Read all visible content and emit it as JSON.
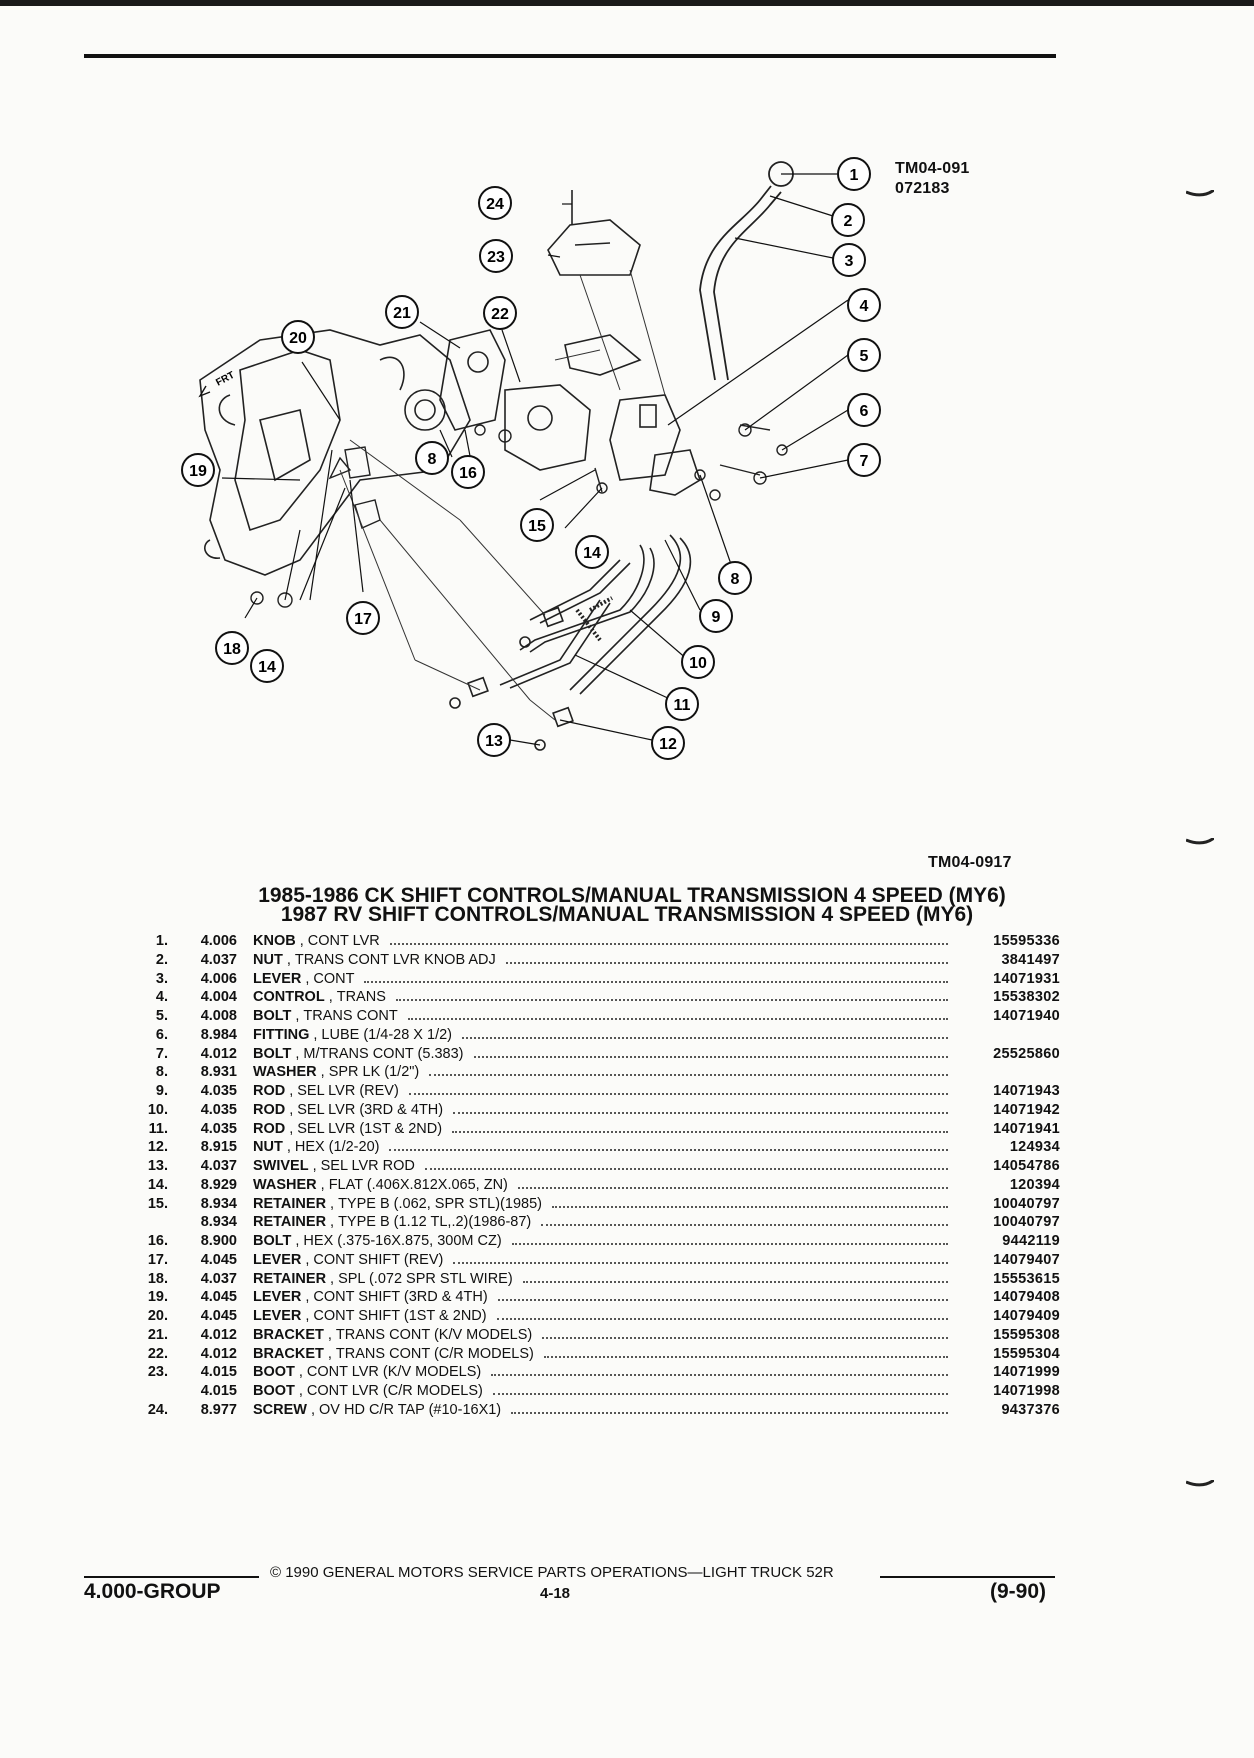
{
  "figure": {
    "code_top_1": "TM04-091",
    "code_top_2": "072183",
    "code_bottom": "TM04-0917",
    "frt_label": "FRT",
    "callouts": [
      "1",
      "2",
      "3",
      "4",
      "5",
      "6",
      "7",
      "8",
      "9",
      "10",
      "11",
      "12",
      "13",
      "14",
      "15",
      "16",
      "17",
      "18",
      "19",
      "20",
      "21",
      "22",
      "23",
      "24"
    ]
  },
  "title": {
    "line1": "1985-1986 CK SHIFT CONTROLS/MANUAL TRANSMISSION 4 SPEED (MY6)",
    "line2": "1987 RV SHIFT CONTROLS/MANUAL TRANSMISSION 4 SPEED (MY6)"
  },
  "parts": [
    {
      "num": "1.",
      "code": "4.006",
      "name": "KNOB",
      "qual": "CONT LVR",
      "part": "15595336"
    },
    {
      "num": "2.",
      "code": "4.037",
      "name": "NUT",
      "qual": "TRANS CONT LVR KNOB ADJ",
      "part": "3841497"
    },
    {
      "num": "3.",
      "code": "4.006",
      "name": "LEVER",
      "qual": "CONT",
      "part": "14071931"
    },
    {
      "num": "4.",
      "code": "4.004",
      "name": "CONTROL",
      "qual": "TRANS",
      "part": "15538302"
    },
    {
      "num": "5.",
      "code": "4.008",
      "name": "BOLT",
      "qual": "TRANS CONT",
      "part": "14071940"
    },
    {
      "num": "6.",
      "code": "8.984",
      "name": "FITTING",
      "qual": "LUBE (1/4-28 X 1/2)",
      "part": ""
    },
    {
      "num": "7.",
      "code": "4.012",
      "name": "BOLT",
      "qual": "M/TRANS CONT (5.383)",
      "part": "25525860"
    },
    {
      "num": "8.",
      "code": "8.931",
      "name": "WASHER",
      "qual": "SPR LK (1/2\")",
      "part": ""
    },
    {
      "num": "9.",
      "code": "4.035",
      "name": "ROD",
      "qual": "SEL LVR (REV)",
      "part": "14071943"
    },
    {
      "num": "10.",
      "code": "4.035",
      "name": "ROD",
      "qual": "SEL LVR (3RD & 4TH)",
      "part": "14071942"
    },
    {
      "num": "11.",
      "code": "4.035",
      "name": "ROD",
      "qual": "SEL LVR (1ST & 2ND)",
      "part": "14071941"
    },
    {
      "num": "12.",
      "code": "8.915",
      "name": "NUT",
      "qual": "HEX (1/2-20)",
      "part": "124934"
    },
    {
      "num": "13.",
      "code": "4.037",
      "name": "SWIVEL",
      "qual": "SEL LVR ROD",
      "part": "14054786"
    },
    {
      "num": "14.",
      "code": "8.929",
      "name": "WASHER",
      "qual": "FLAT (.406X.812X.065, ZN)",
      "part": "120394"
    },
    {
      "num": "15.",
      "code": "8.934",
      "name": "RETAINER",
      "qual": "TYPE B (.062, SPR STL)(1985)",
      "part": "10040797"
    },
    {
      "num": "",
      "code": "8.934",
      "name": "RETAINER",
      "qual": "TYPE B (1.12 TL,.2)(1986-87)",
      "part": "10040797"
    },
    {
      "num": "16.",
      "code": "8.900",
      "name": "BOLT",
      "qual": "HEX (.375-16X.875, 300M CZ)",
      "part": "9442119"
    },
    {
      "num": "17.",
      "code": "4.045",
      "name": "LEVER",
      "qual": "CONT SHIFT (REV)",
      "part": "14079407"
    },
    {
      "num": "18.",
      "code": "4.037",
      "name": "RETAINER",
      "qual": "SPL (.072 SPR STL WIRE)",
      "part": "15553615"
    },
    {
      "num": "19.",
      "code": "4.045",
      "name": "LEVER",
      "qual": "CONT SHIFT (3RD & 4TH)",
      "part": "14079408"
    },
    {
      "num": "20.",
      "code": "4.045",
      "name": "LEVER",
      "qual": "CONT SHIFT (1ST & 2ND)",
      "part": "14079409"
    },
    {
      "num": "21.",
      "code": "4.012",
      "name": "BRACKET",
      "qual": "TRANS CONT (K/V MODELS)",
      "part": "15595308"
    },
    {
      "num": "22.",
      "code": "4.012",
      "name": "BRACKET",
      "qual": "TRANS CONT (C/R MODELS)",
      "part": "15595304"
    },
    {
      "num": "23.",
      "code": "4.015",
      "name": "BOOT",
      "qual": "CONT LVR (K/V MODELS)",
      "part": "14071999"
    },
    {
      "num": "",
      "code": "4.015",
      "name": "BOOT",
      "qual": "CONT LVR (C/R MODELS)",
      "part": "14071998"
    },
    {
      "num": "24.",
      "code": "8.977",
      "name": "SCREW",
      "qual": "OV HD C/R TAP (#10-16X1)",
      "part": "9437376"
    }
  ],
  "footer": {
    "copyright": "© 1990  GENERAL MOTORS SERVICE PARTS OPERATIONS—LIGHT TRUCK 52R",
    "group": "4.000-GROUP",
    "page": "4-18",
    "date": "(9-90)"
  }
}
